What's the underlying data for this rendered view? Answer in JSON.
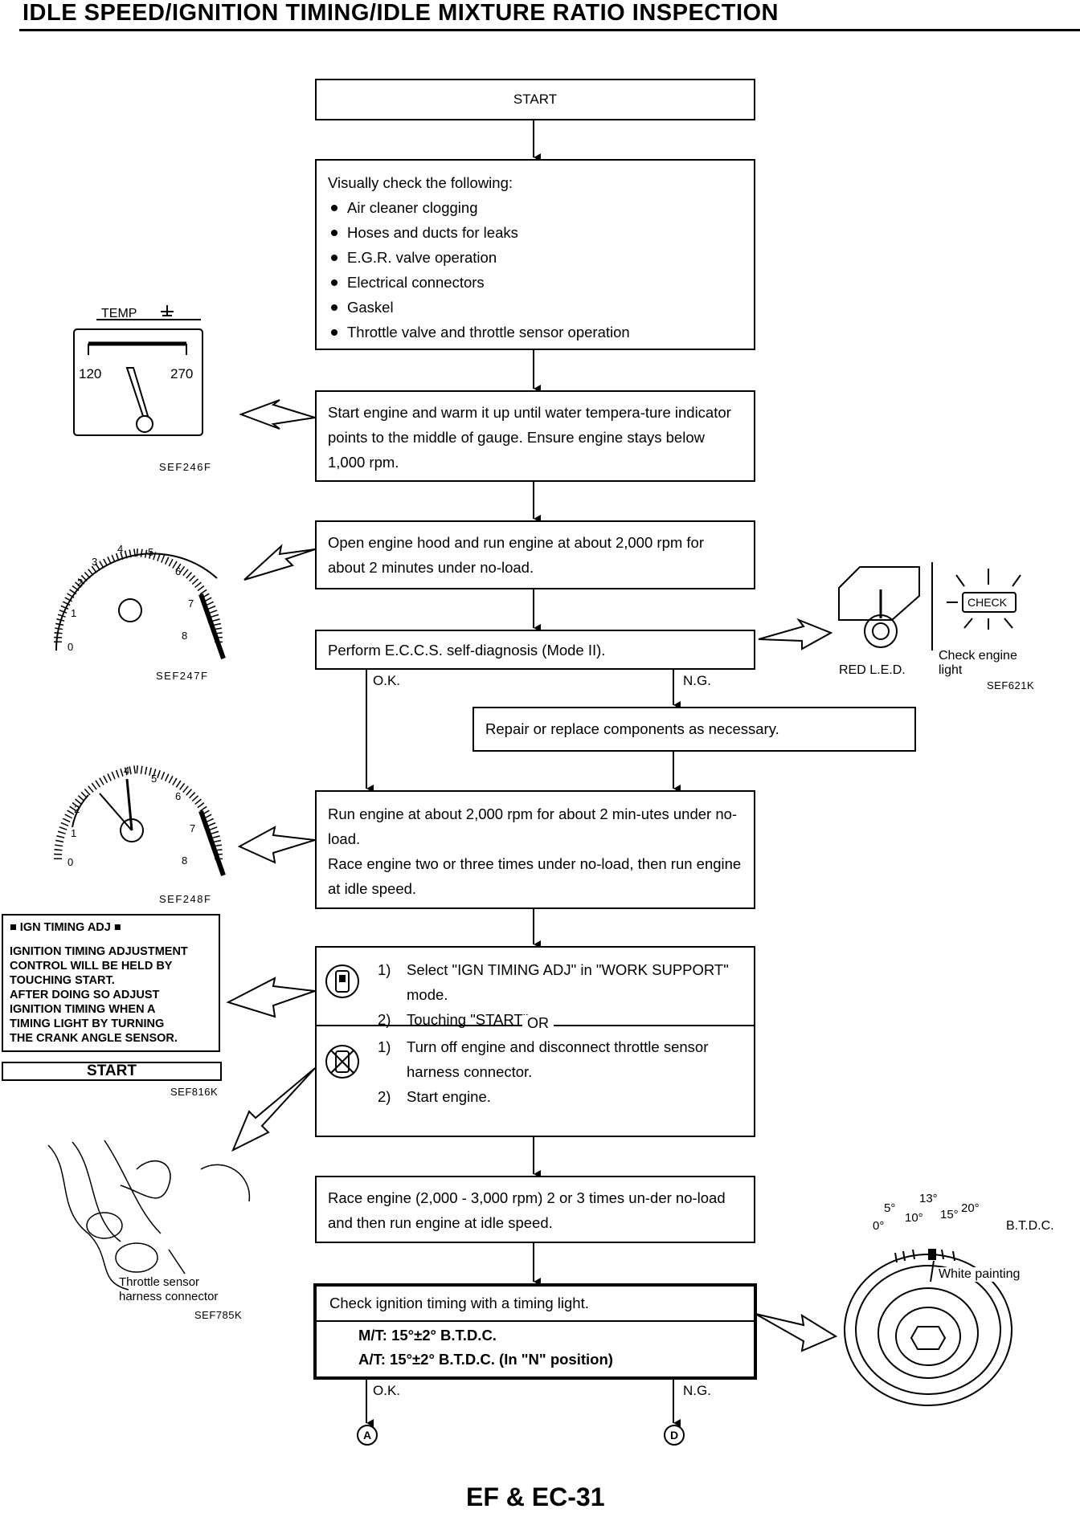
{
  "title": "IDLE SPEED/IGNITION TIMING/IDLE MIXTURE RATIO INSPECTION",
  "flow": {
    "start": "START",
    "visual_check": {
      "heading": "Visually check the following:",
      "items": [
        "Air cleaner clogging",
        "Hoses and ducts for leaks",
        "E.G.R. valve operation",
        "Electrical connectors",
        "Gaskel",
        "Throttle valve and throttle sensor operation"
      ]
    },
    "warm_up": "Start engine and warm it up until water tempera-ture indicator points to the middle of gauge. Ensure engine stays below 1,000 rpm.",
    "open_hood": "Open engine hood and run engine at about 2,000 rpm for about 2 minutes under no-load.",
    "self_diag": "Perform E.C.C.S. self-diagnosis (Mode II).",
    "ok_label": "O.K.",
    "ng_label": "N.G.",
    "repair": "Repair or replace components as necessary.",
    "run_engine_1": "Run engine at about 2,000 rpm for about 2 min-utes under no-load.",
    "run_engine_2": "Race engine two or three times under no-load, then run engine at idle speed.",
    "consult": {
      "step1_num": "1)",
      "step1": "Select \"IGN TIMING ADJ\" in \"WORK SUPPORT\" mode.",
      "step2_num": "2)",
      "step2": "Touching \"START\".",
      "or": "OR",
      "alt1_num": "1)",
      "alt1": "Turn off engine and disconnect throttle sensor harness connector.",
      "alt2_num": "2)",
      "alt2": "Start engine."
    },
    "race": "Race engine (2,000 - 3,000 rpm) 2 or 3 times un-der no-load and then run engine at idle speed.",
    "check_timing": {
      "heading": "Check ignition timing with a timing light.",
      "mt": "M/T: 15°±2° B.T.D.C.",
      "at": "A/T: 15°±2° B.T.D.C. (In \"N\" position)"
    },
    "end_ok": "O.K.",
    "end_ng": "N.G.",
    "end_a": "A",
    "end_d": "D"
  },
  "figures": {
    "temp": {
      "label": "TEMP",
      "low": "120",
      "high": "270",
      "ref": "SEF246F"
    },
    "tach1": {
      "ticks": [
        "0",
        "1",
        "2",
        "3",
        "4",
        "5",
        "6",
        "7",
        "8"
      ],
      "ref": "SEF247F"
    },
    "tach2": {
      "ticks": [
        "0",
        "1",
        "2",
        "4",
        "5",
        "6",
        "7",
        "8"
      ],
      "ref": "SEF248F"
    },
    "led": {
      "red_led": "RED L.E.D.",
      "check": "CHECK",
      "check_light": "Check engine light",
      "ref": "SEF621K"
    },
    "ign_panel": {
      "header": "■ IGN TIMING ADJ ■",
      "lines": [
        "IGNITION TIMING ADJUSTMENT",
        "CONTROL WILL BE HELD BY",
        "TOUCHING START.",
        "AFTER DOING SO ADJUST",
        "IGNITION TIMING WHEN A",
        "TIMING LIGHT BY TURNING",
        "THE CRANK ANGLE SENSOR."
      ],
      "start": "START",
      "ref": "SEF816K"
    },
    "throttle": {
      "label_1": "Throttle sensor",
      "label_2": "harness connector",
      "ref": "SEF785K"
    },
    "pulley": {
      "d0": "0°",
      "d5": "5°",
      "d10": "10°",
      "d13": "13°",
      "d15": "15°",
      "d20": "20°",
      "btdc": "B.T.D.C.",
      "white": "White painting"
    }
  },
  "footer": "EF & EC-31"
}
